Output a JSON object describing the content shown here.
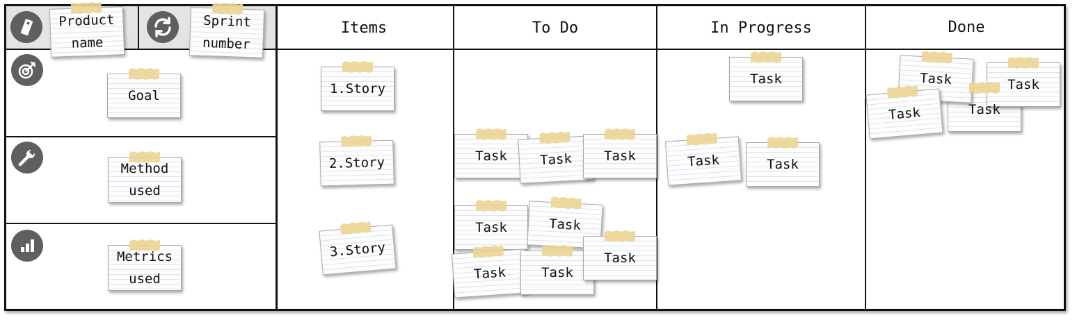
{
  "header": {
    "product_name": "Product\nname",
    "sprint_number": "Sprint\nnumber"
  },
  "columns": [
    "Items",
    "To Do",
    "In Progress",
    "Done"
  ],
  "left_rows": {
    "goal": "Goal",
    "method": "Method\nused",
    "metrics": "Metrics\nused"
  },
  "icons": {
    "product": "tag-icon",
    "sprint": "refresh-icon",
    "goal": "target-icon",
    "method": "wrench-icon",
    "metrics": "bar-chart-icon"
  },
  "stories": [
    "1.Story",
    "2.Story",
    "3.Story"
  ],
  "task_label": "Task",
  "colors": {
    "border": "#111111",
    "icon_bg": "#5f5f5f",
    "tape": "#ecd696",
    "header_shade": "#e4e4e4"
  }
}
